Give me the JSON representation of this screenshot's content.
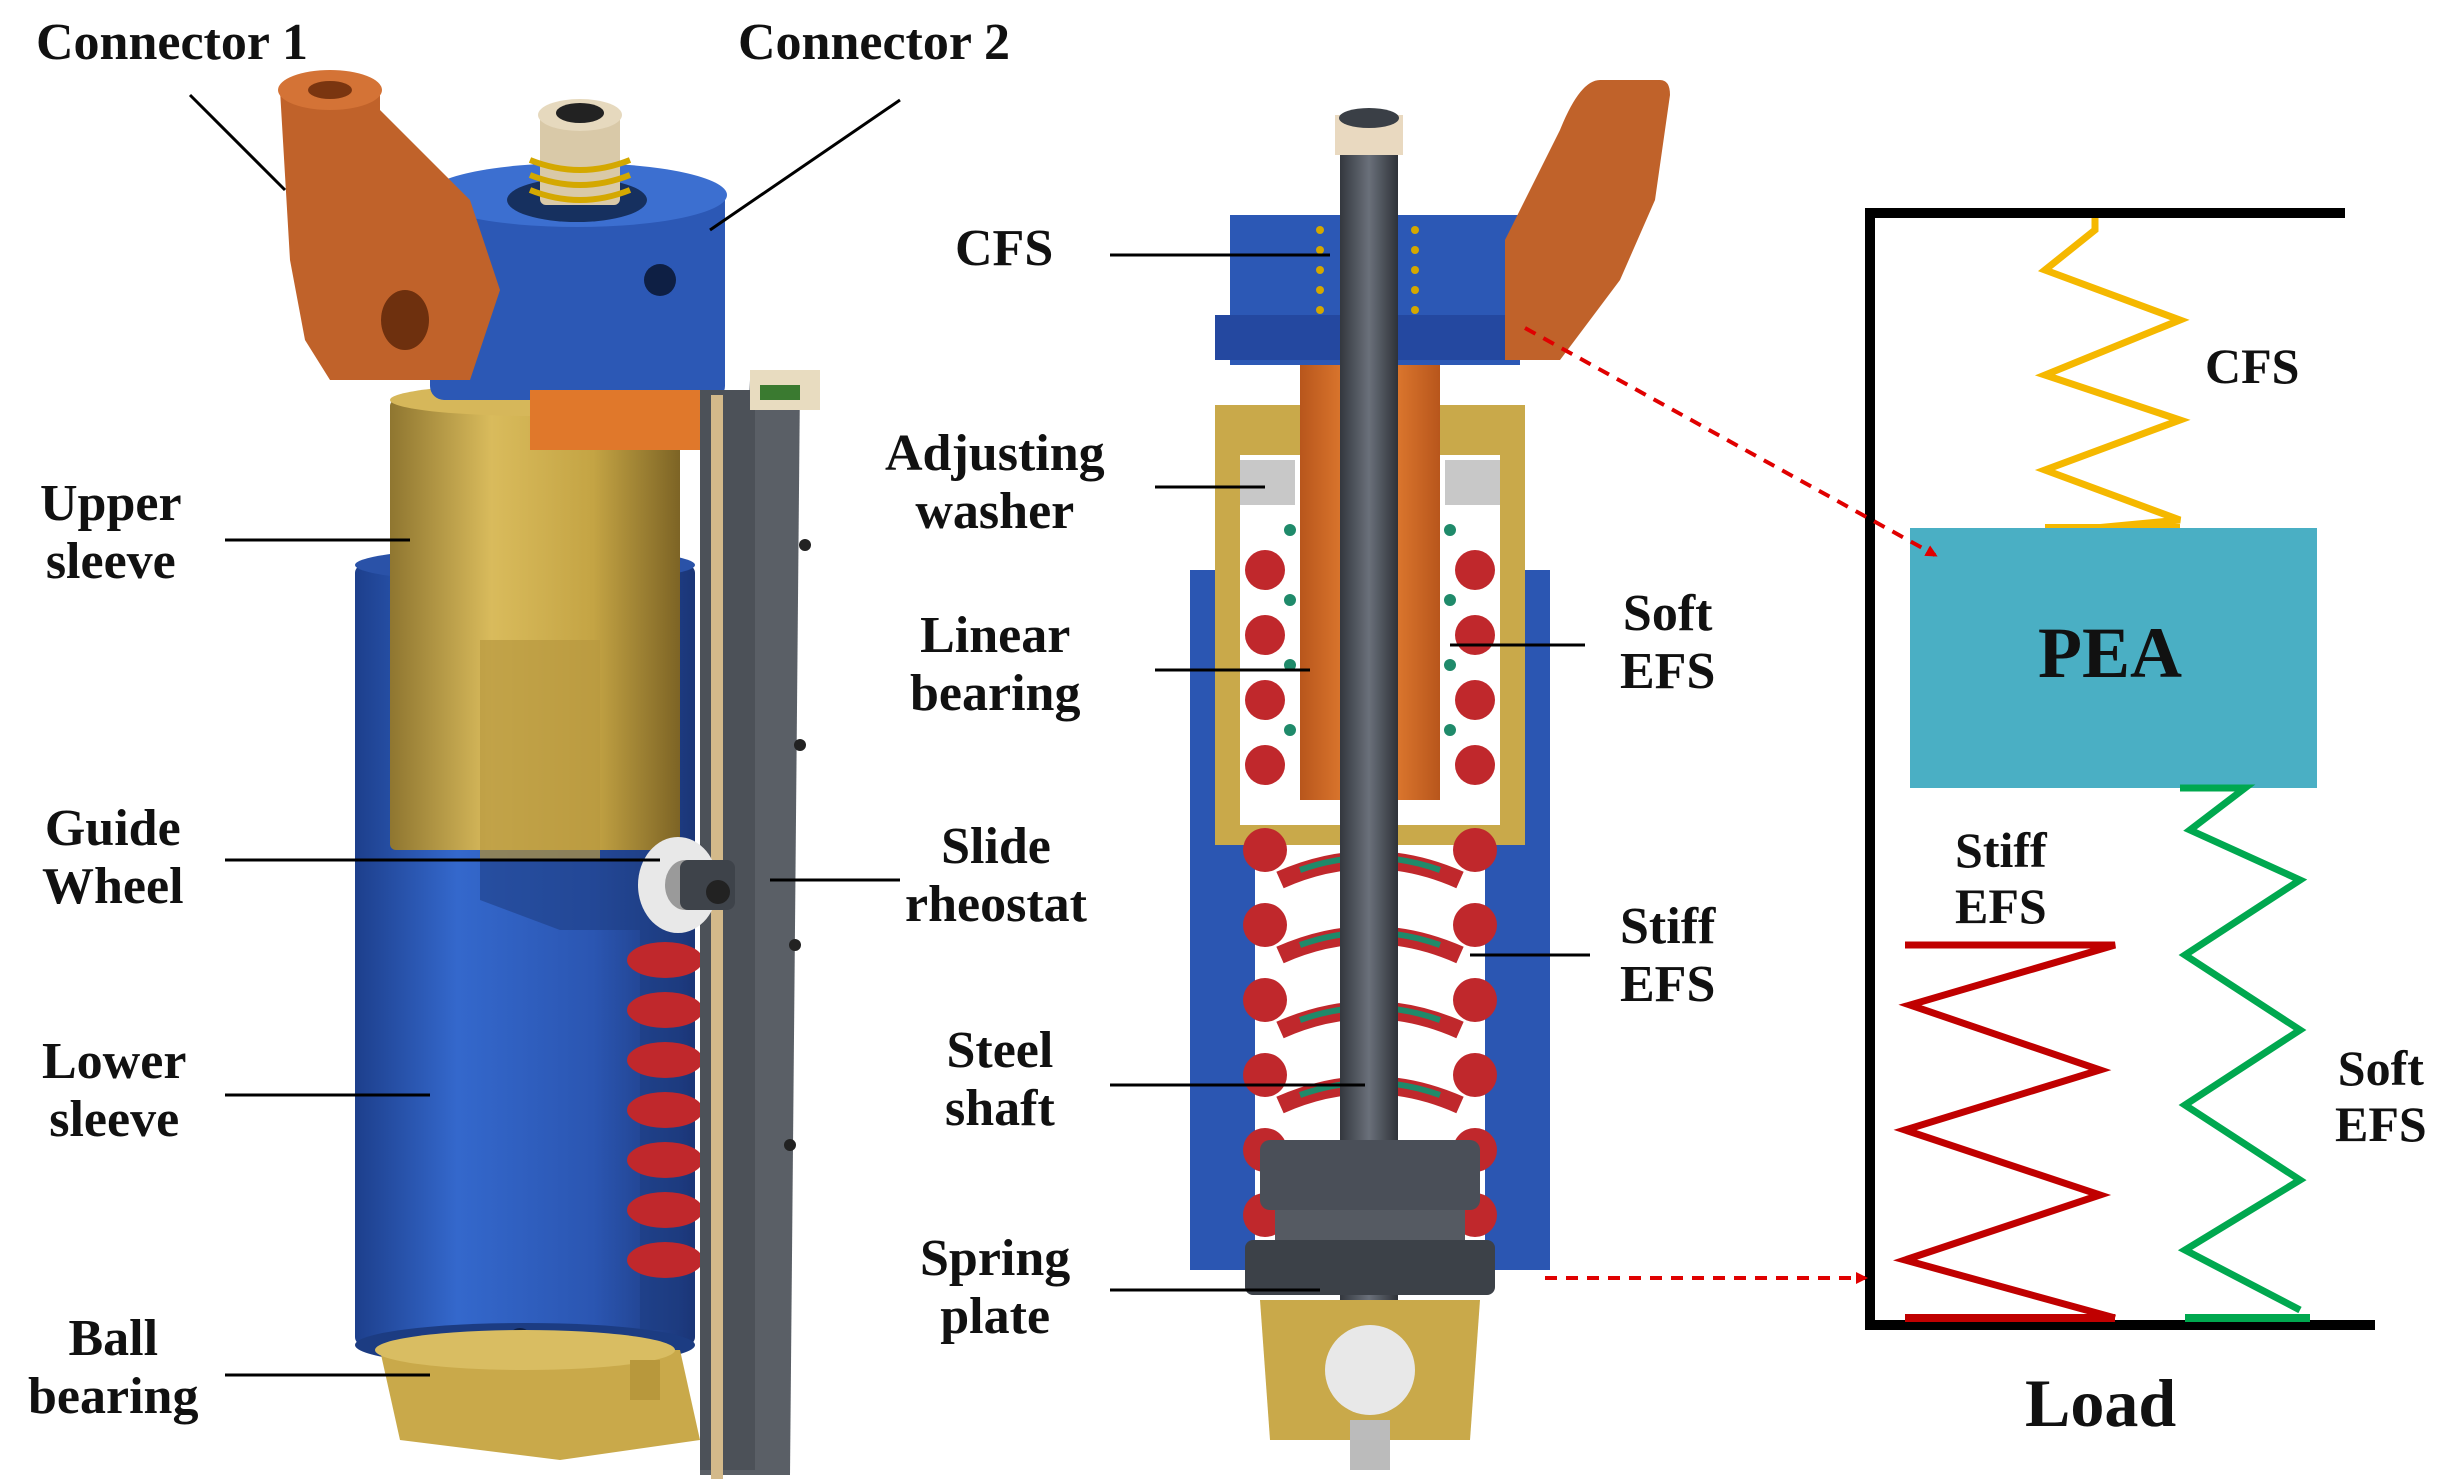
{
  "left_labels": {
    "connector1": "Connector 1",
    "connector2": "Connector 2",
    "upper_sleeve": [
      "Upper",
      "sleeve"
    ],
    "guide_wheel": [
      "Guide",
      "Wheel"
    ],
    "lower_sleeve": [
      "Lower",
      "sleeve"
    ],
    "ball_bearing": [
      "Ball",
      "bearing"
    ]
  },
  "middle_labels": {
    "cfs": "CFS",
    "adjusting_washer": [
      "Adjusting",
      "washer"
    ],
    "linear_bearing": [
      "Linear",
      "bearing"
    ],
    "slide_rheostat": [
      "Slide",
      "rheostat"
    ],
    "steel_shaft": [
      "Steel",
      "shaft"
    ],
    "spring_plate": [
      "Spring",
      "plate"
    ],
    "soft_efs": [
      "Soft",
      "EFS"
    ],
    "stiff_efs": [
      "Stiff",
      "EFS"
    ]
  },
  "schematic": {
    "cfs": "CFS",
    "pea": "PEA",
    "stiff_efs": [
      "Stiff",
      "EFS"
    ],
    "soft_efs": [
      "Soft",
      "EFS"
    ],
    "load": "Load"
  },
  "colors": {
    "connector": "#c0622a",
    "head": "#2c58b5",
    "upper_sleeve": "#c9a94a",
    "lower_sleeve": "#2b56b2",
    "rheostat": "#5a5f66",
    "spring_red": "#c0282c",
    "spring_green": "#1f8a6a",
    "shaft": "#4a4f58",
    "bearing_orange": "#e0782b",
    "pea": "#4aafc4",
    "cfs_spring": "#f5b800",
    "stiff_spring": "#c00000",
    "soft_spring": "#00a84f",
    "arrow": "#e00000"
  }
}
